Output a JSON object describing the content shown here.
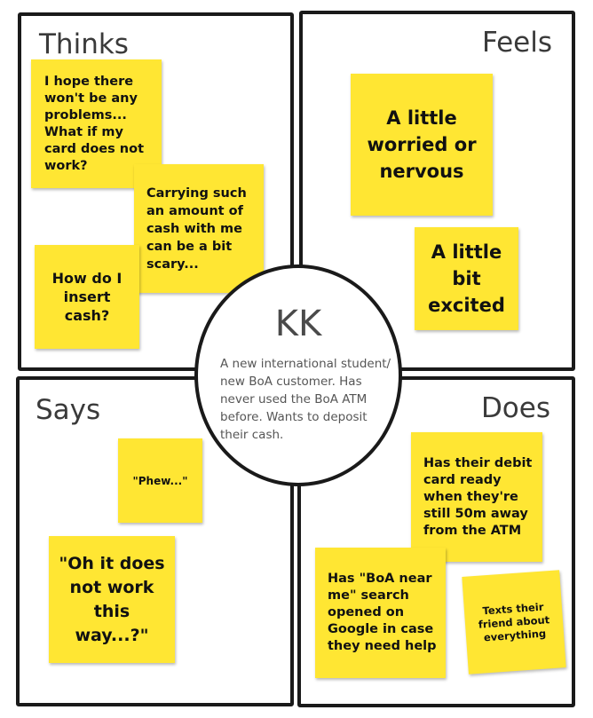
{
  "quadrants": {
    "thinks": {
      "title": "Thinks",
      "notes": [
        "I hope there won't be any problems... What if my card does not work?",
        "Carrying such an amount of cash with me can be a bit scary...",
        "How do I insert cash?"
      ]
    },
    "feels": {
      "title": "Feels",
      "notes": [
        "A little worried or nervous",
        "A little bit excited"
      ]
    },
    "says": {
      "title": "Says",
      "notes": [
        "\"Phew...\"",
        "\"Oh it does not work this way...?\""
      ]
    },
    "does": {
      "title": "Does",
      "notes": [
        "Has their debit card ready when they're still 50m away from the ATM",
        "Has \"BoA near me\" search opened on Google in case they need help",
        "Texts their friend about everything"
      ]
    }
  },
  "persona": {
    "name": "KK",
    "description": "A new international student/ new BoA customer. Has never used the BoA ATM before. Wants to deposit their cash."
  },
  "colors": {
    "sticky_note": "#ffe633",
    "border": "#1a1a1a",
    "title_text": "#3a3a3a"
  }
}
